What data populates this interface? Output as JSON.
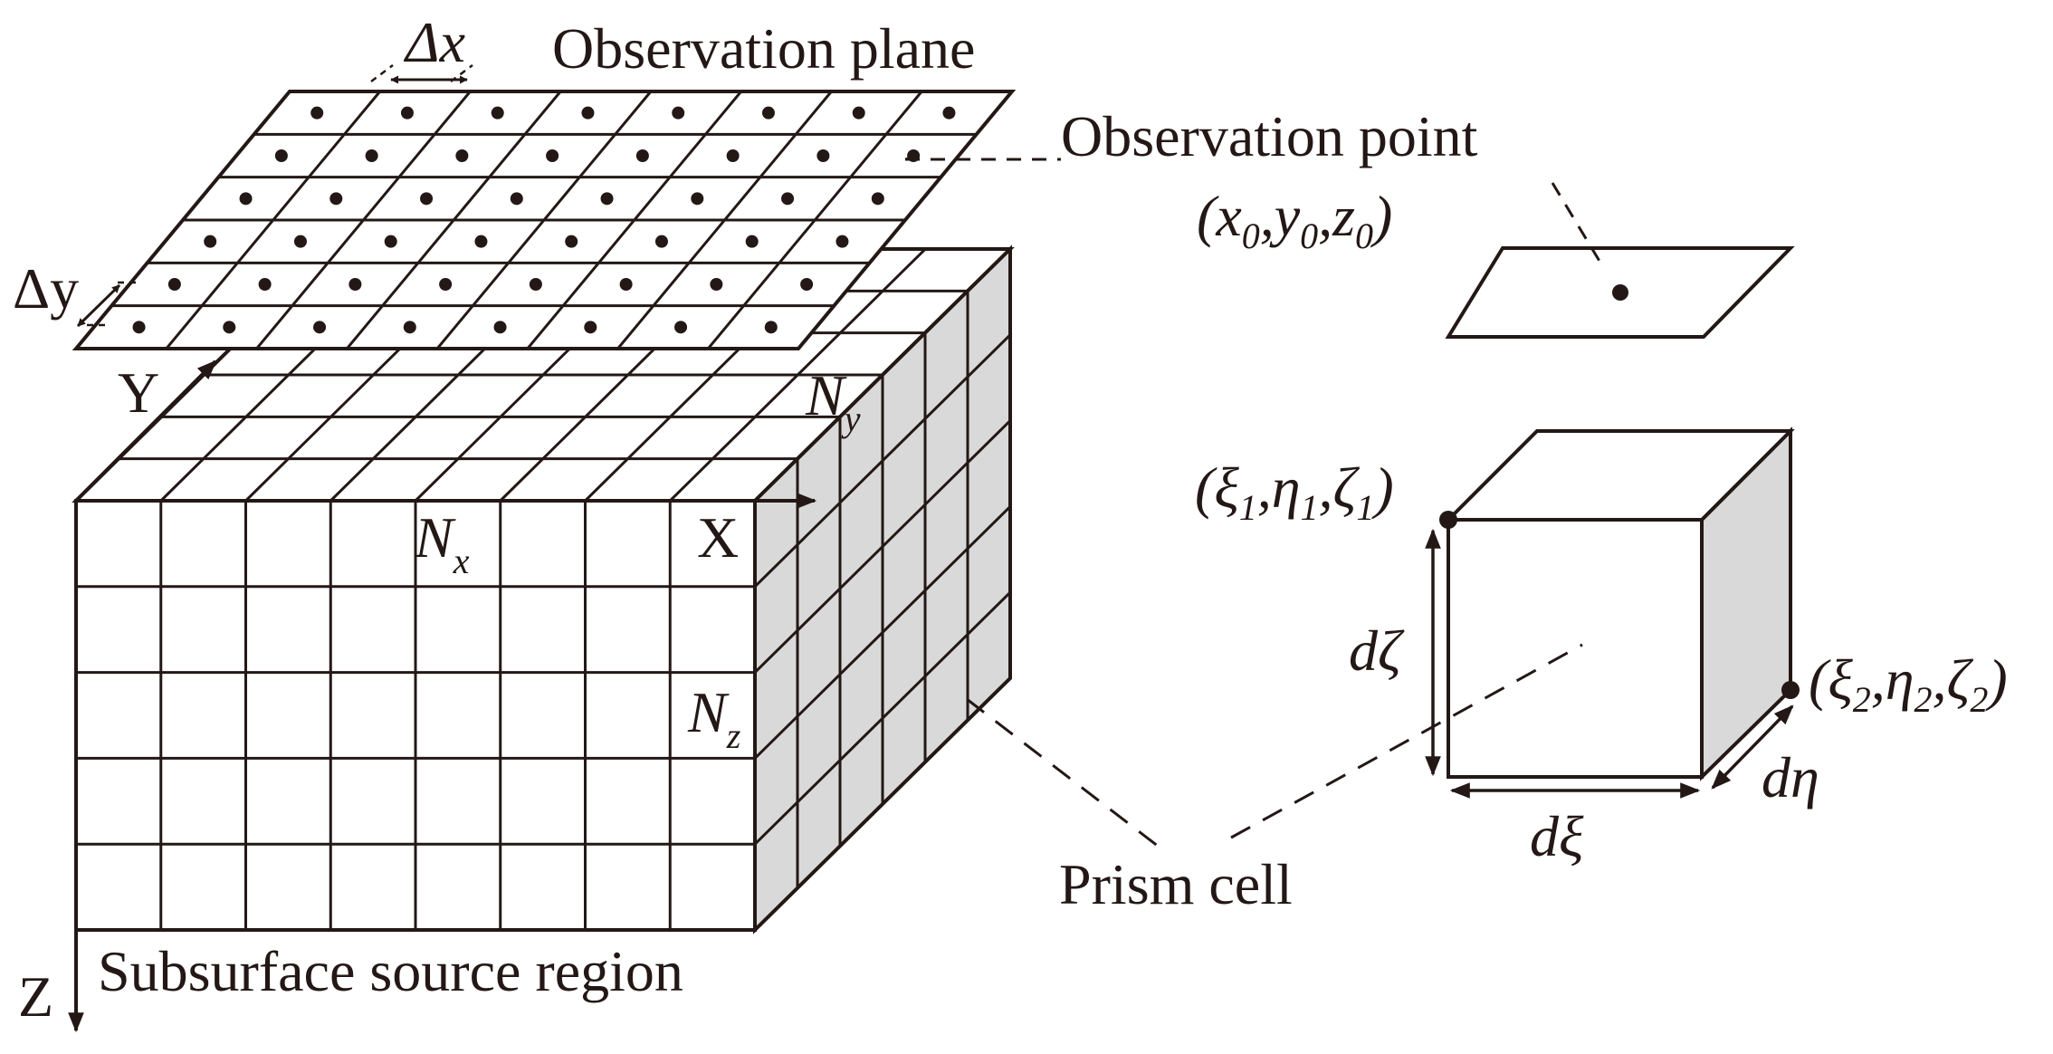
{
  "labels": {
    "observation_plane": "Observation plane",
    "observation_point": "Observation point",
    "subsurface_source_region": "Subsurface source region",
    "prism_cell": "Prism cell"
  },
  "axes": {
    "x": "X",
    "y": "Y",
    "z": "Z"
  },
  "spacing": {
    "dx": "Δx",
    "dy": "Δy"
  },
  "counts": {
    "nx": {
      "main": "N",
      "sub": "x"
    },
    "ny": {
      "main": "N",
      "sub": "y"
    },
    "nz": {
      "main": "N",
      "sub": "z"
    }
  },
  "observation_coords": {
    "open": "(",
    "x": "x",
    "y": "y",
    "z": "z",
    "sub": "0",
    "comma": ",",
    "close": ")"
  },
  "corner1": {
    "open": "(",
    "a": "ξ",
    "b": "η",
    "c": "ζ",
    "sub": "1",
    "comma": ",",
    "close": ")"
  },
  "corner2": {
    "open": "(",
    "a": "ξ",
    "b": "η",
    "c": "ζ",
    "sub": "2",
    "comma": ",",
    "close": ")"
  },
  "dims": {
    "dzeta": "dζ",
    "dxi": "dξ",
    "deta": "dη"
  },
  "grid": {
    "cols": 8,
    "rows": 5,
    "depth": 6,
    "plane_cols": 8,
    "plane_rows": 6
  },
  "colors": {
    "ink": "#231815",
    "shade": "#d9d9d9",
    "background": "#ffffff"
  }
}
